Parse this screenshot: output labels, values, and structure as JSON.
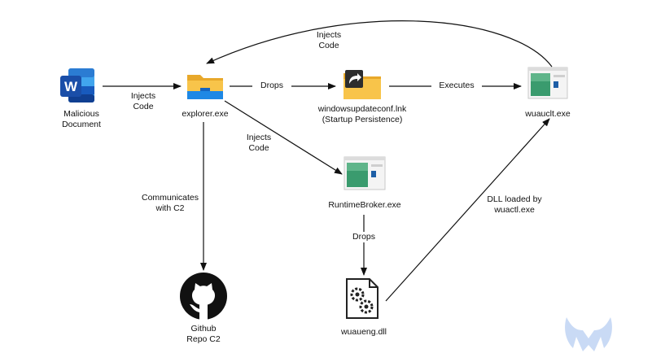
{
  "nodes": {
    "malicious_document": {
      "label": "Malicious\nDocument",
      "icon": "word-document-icon"
    },
    "explorer": {
      "label": "explorer.exe",
      "icon": "folder-icon"
    },
    "lnk": {
      "label": "windowsupdateconf.lnk\n(Startup Persistence)",
      "icon": "shortcut-folder-icon"
    },
    "wuauclt": {
      "label": "wuauclt.exe",
      "icon": "application-window-icon"
    },
    "runtimebroker": {
      "label": "RuntimeBroker.exe",
      "icon": "application-window-icon"
    },
    "github": {
      "label": "Github\nRepo C2",
      "icon": "github-icon"
    },
    "wuaueng": {
      "label": "wuaueng.dll",
      "icon": "dll-gear-file-icon"
    }
  },
  "edges": {
    "doc_to_explorer": "Injects\nCode",
    "explorer_to_lnk": "Drops",
    "lnk_to_wuauclt": "Executes",
    "wuauclt_to_explorer": "Injects\nCode",
    "explorer_to_runtimebroker": "Injects\nCode",
    "explorer_to_github": "Communicates\nwith C2",
    "runtimebroker_to_wuaueng": "Drops",
    "wuaueng_to_wuauclt": "DLL loaded by\nwuactl.exe"
  },
  "brand": {
    "icon": "malwarebytes-logo-icon"
  },
  "colors": {
    "arrow": "#111111",
    "word_blue": "#2b5fbe",
    "folder_yellow": "#f5b73a",
    "folder_blue": "#1e88e5",
    "app_green": "#3a9b6e",
    "logo_blue": "#c9daf5"
  }
}
